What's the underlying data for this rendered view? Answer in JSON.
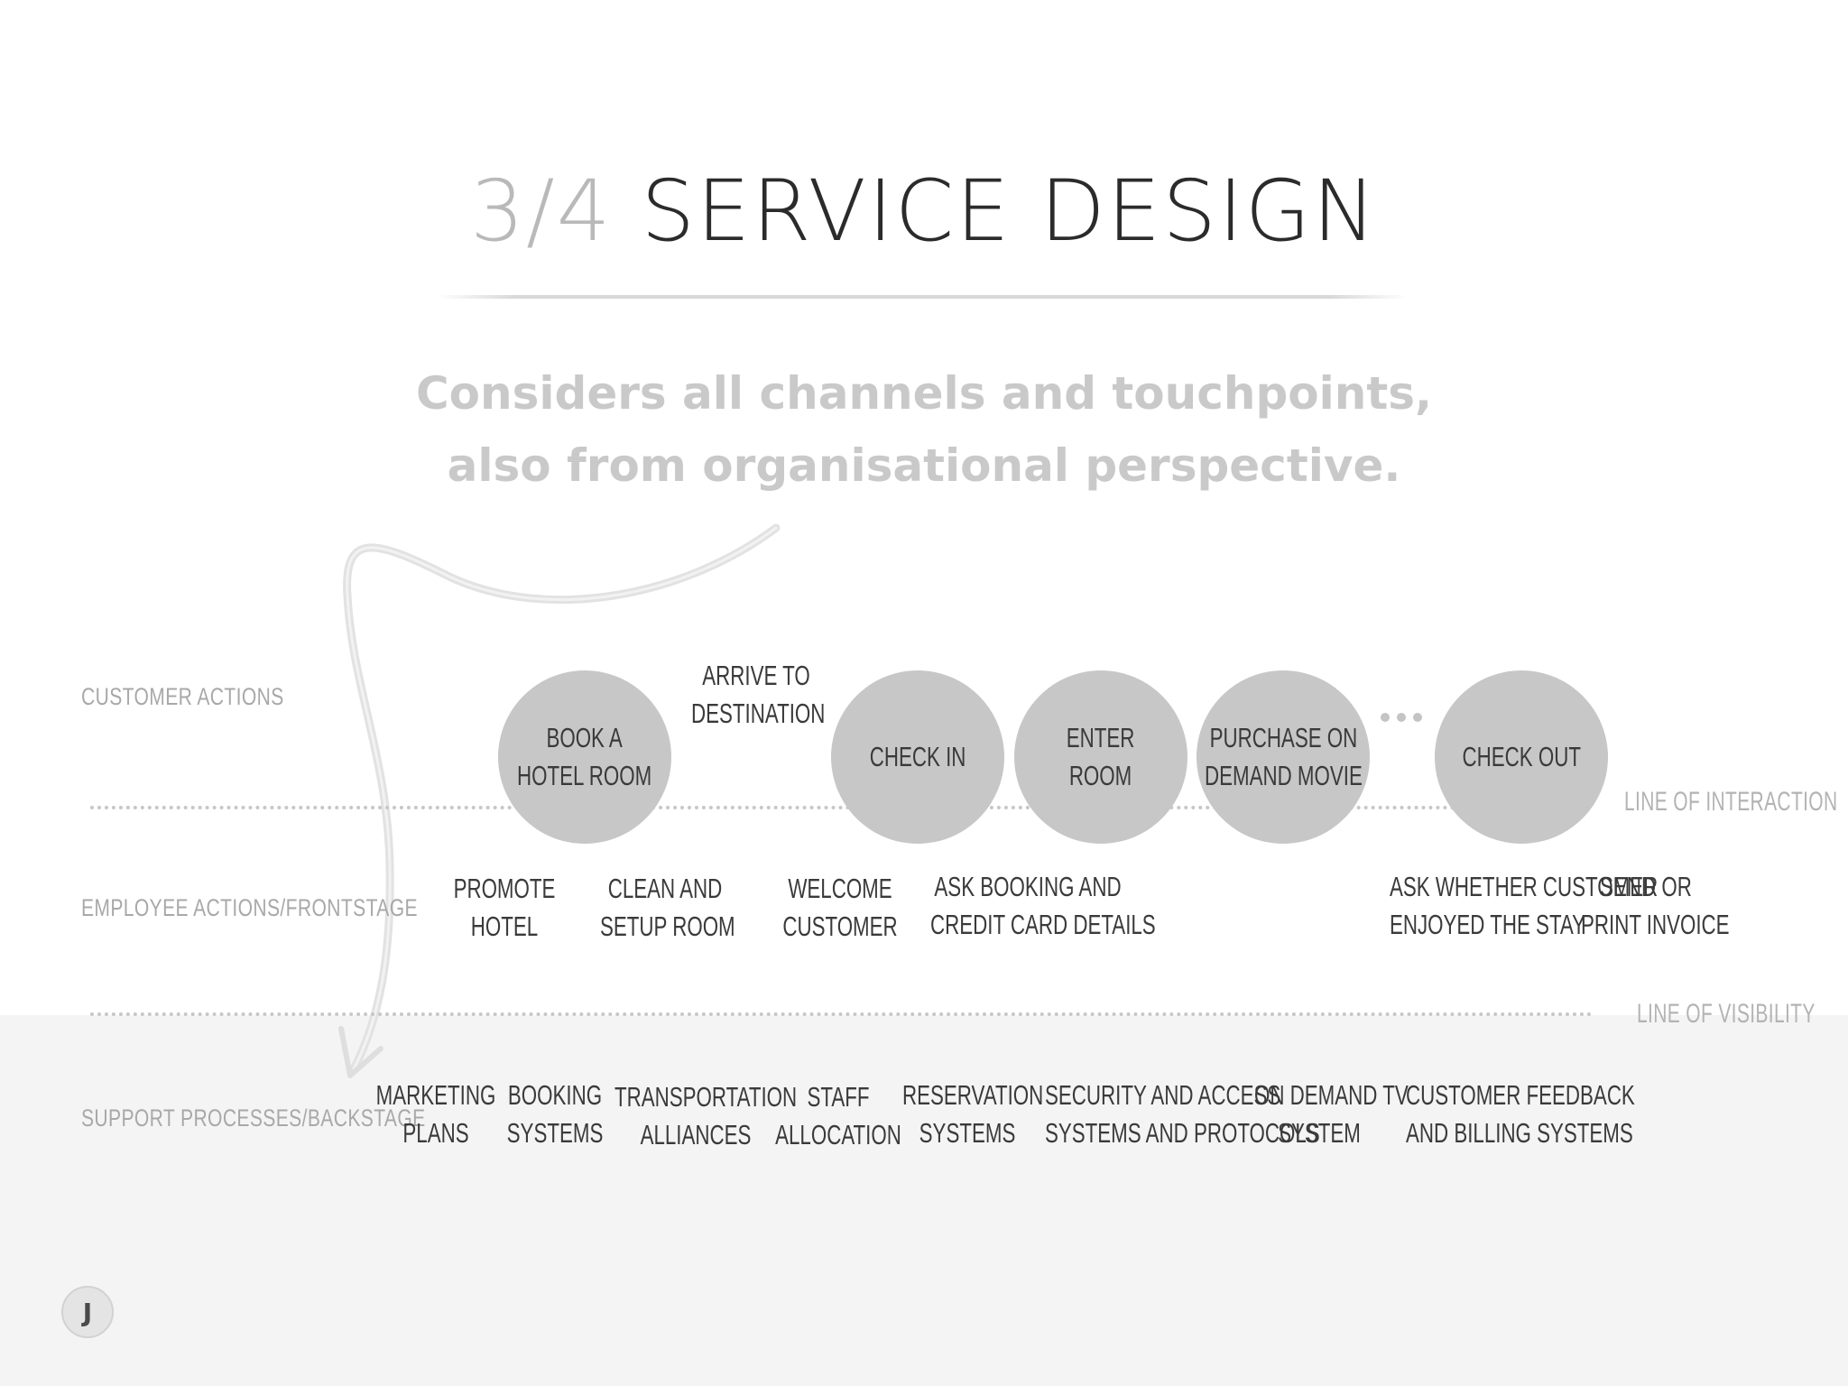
{
  "title": {
    "number": "3/4",
    "text": "SERVICE DESIGN"
  },
  "subtitle": {
    "line1": "Considers all channels and touchpoints,",
    "line2": "also from organisational perspective."
  },
  "lanes": {
    "customer": "CUSTOMER ACTIONS",
    "frontstage": "EMPLOYEE ACTIONS/FRONTSTAGE",
    "backstage": "SUPPORT PROCESSES/BACKSTAGE"
  },
  "lines": {
    "interaction": "LINE OF INTERACTION",
    "visibility": "LINE OF VISIBILITY"
  },
  "customer_actions": {
    "book": "BOOK A\nHOTEL ROOM",
    "arrive": "ARRIVE TO\nDESTINATION",
    "checkin": "CHECK IN",
    "enter": "ENTER\nROOM",
    "purchase": "PURCHASE ON\nDEMAND MOVIE",
    "checkout": "CHECK OUT"
  },
  "frontstage": {
    "promote": "PROMOTE\nHOTEL",
    "clean": "CLEAN AND\nSETUP ROOM",
    "welcome": "WELCOME\nCUSTOMER",
    "ask_booking": "ASK BOOKING AND\nCREDIT CARD DETAILS",
    "ask_stay": "ASK WHETHER CUSTOMER\nENJOYED THE STAY",
    "invoice": "SEND OR\nPRINT INVOICE"
  },
  "backstage": {
    "marketing": "MARKETING\nPLANS",
    "booking": "BOOKING\nSYSTEMS",
    "transport": "TRANSPORTATION\nALLIANCES",
    "staff": "STAFF\nALLOCATION",
    "reservation": "RESERVATION\nSYSTEMS",
    "security": "SECURITY AND ACCESS\nSYSTEMS AND PROTOCOLS",
    "ondemand": "ON DEMAND TV\nSYSTEM",
    "feedback": "CUSTOMER FEEDBACK\nAND BILLING SYSTEMS"
  },
  "logo": "J"
}
